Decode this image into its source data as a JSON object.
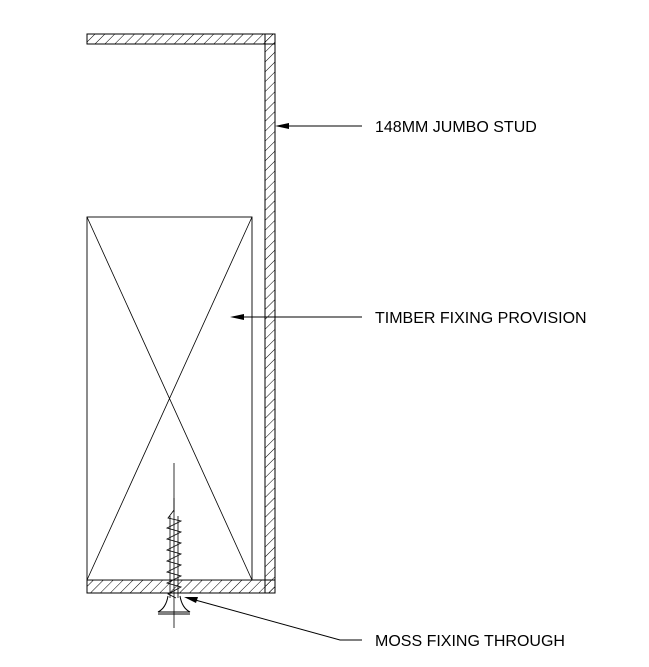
{
  "labels": {
    "stud": "148MM JUMBO STUD",
    "timber": "TIMBER FIXING PROVISION",
    "fixing": "MOSS FIXING THROUGH"
  },
  "colors": {
    "line": "#000000",
    "background": "#ffffff"
  }
}
